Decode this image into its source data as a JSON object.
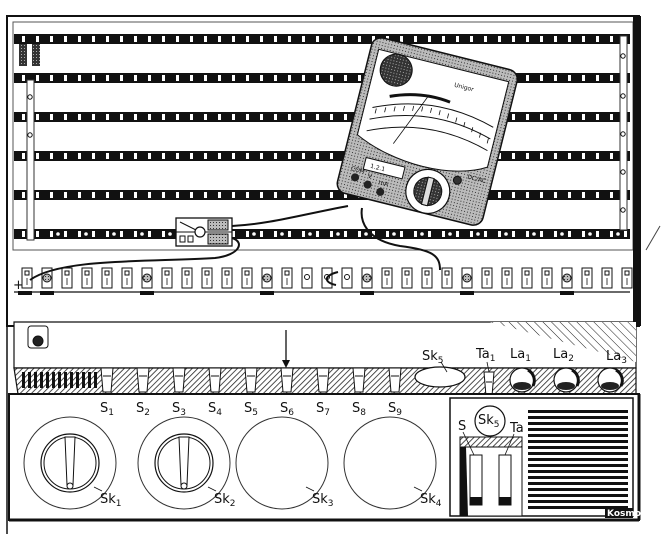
{
  "diagram": {
    "brand": "Kosmos",
    "terminal_plus": "+",
    "multimeter": {
      "brand_label": "Unigor",
      "mode_label": "DC/AC",
      "display_digits": "1.2.1",
      "terminal_labels": [
        "COM",
        "V",
        "mA"
      ]
    },
    "switches": [
      {
        "base": "S",
        "sub": "1"
      },
      {
        "base": "S",
        "sub": "2"
      },
      {
        "base": "S",
        "sub": "3"
      },
      {
        "base": "S",
        "sub": "4"
      },
      {
        "base": "S",
        "sub": "5"
      },
      {
        "base": "S",
        "sub": "6"
      },
      {
        "base": "S",
        "sub": "7"
      },
      {
        "base": "S",
        "sub": "8"
      },
      {
        "base": "S",
        "sub": "9"
      }
    ],
    "sockets": [
      {
        "base": "Sk",
        "sub": "1"
      },
      {
        "base": "Sk",
        "sub": "2"
      },
      {
        "base": "Sk",
        "sub": "3"
      },
      {
        "base": "Sk",
        "sub": "4"
      }
    ],
    "top_right_labels": {
      "sk5": {
        "base": "Sk",
        "sub": "5"
      },
      "ta1": {
        "base": "Ta",
        "sub": "1"
      },
      "lamps": [
        {
          "base": "La",
          "sub": "1"
        },
        {
          "base": "La",
          "sub": "2"
        },
        {
          "base": "La",
          "sub": "3"
        }
      ]
    },
    "sub_panel": {
      "sk5": {
        "base": "Sk",
        "sub": "5"
      },
      "s_label": "S",
      "ta_label": "Ta"
    }
  }
}
